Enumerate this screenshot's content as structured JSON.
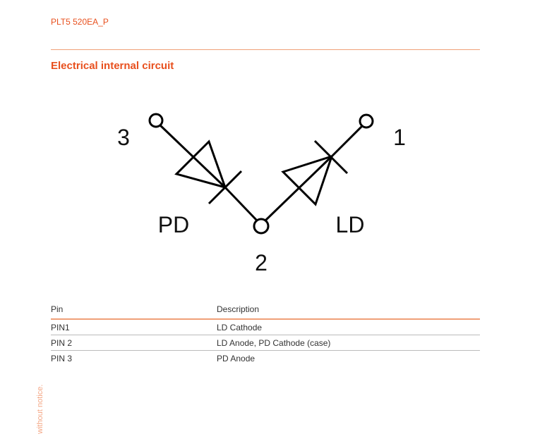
{
  "header": {
    "doc_code": "PLT5 520EA_P"
  },
  "section": {
    "title": "Electrical internal circuit"
  },
  "circuit": {
    "pins": {
      "pin1": "1",
      "pin2": "2",
      "pin3": "3"
    },
    "labels": {
      "pd": "PD",
      "ld": "LD"
    }
  },
  "pin_table": {
    "headers": {
      "pin": "Pin",
      "description": "Description"
    },
    "rows": [
      {
        "pin": "PIN1",
        "description": "LD Cathode"
      },
      {
        "pin": "PIN 2",
        "description": "LD Anode, PD Cathode (case)"
      },
      {
        "pin": "PIN 3",
        "description": "PD Anode"
      }
    ]
  },
  "side_note": "without notice.",
  "colors": {
    "accent": "#e8501e",
    "accent_light": "#f0a078"
  }
}
